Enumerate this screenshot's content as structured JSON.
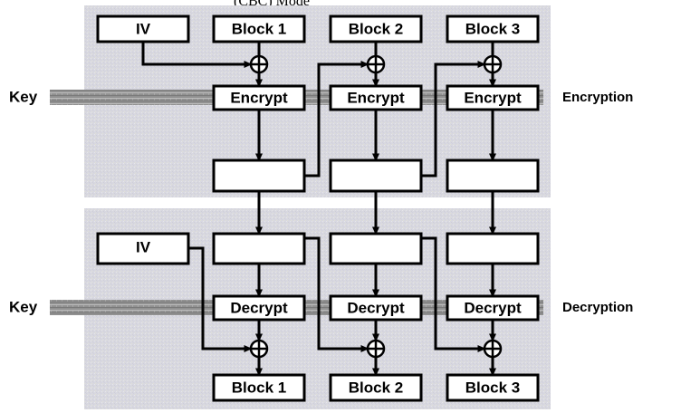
{
  "figure": {
    "title_fragment": "(CBC) Mode",
    "panel_fill": "#d8d8e0",
    "box_fill": "#ffffff",
    "line_color": "#000000",
    "key_bar_color": "#8a8a8a"
  },
  "encryption": {
    "section_label": "Encryption",
    "key_label": "Key",
    "iv_label": "IV",
    "input_blocks": [
      "Block 1",
      "Block 2",
      "Block 3"
    ],
    "cipher_label": "Encrypt",
    "output_blocks": [
      "",
      "",
      ""
    ],
    "xor_symbol": "⊕"
  },
  "decryption": {
    "section_label": "Decryption",
    "key_label": "Key",
    "iv_label": "IV",
    "input_blocks": [
      "",
      "",
      ""
    ],
    "cipher_label": "Decrypt",
    "output_blocks": [
      "Block 1",
      "Block 2",
      "Block 3"
    ],
    "xor_symbol": "⊕"
  }
}
